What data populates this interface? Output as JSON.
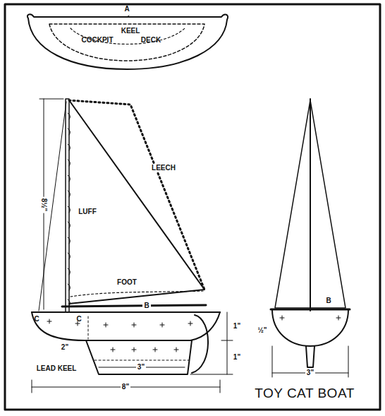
{
  "diagram": {
    "title": "TOY CAT BOAT",
    "labels": [
      "A",
      "KEEL",
      "COCKPIT",
      "DECK",
      "LEECH",
      "LUFF",
      "FOOT",
      "B",
      "C",
      "C",
      "8½\"",
      "1\"",
      "1\"",
      "2\"",
      "LEAD KEEL",
      "3\"",
      "8\"",
      "B",
      "½\"",
      "3\""
    ]
  }
}
